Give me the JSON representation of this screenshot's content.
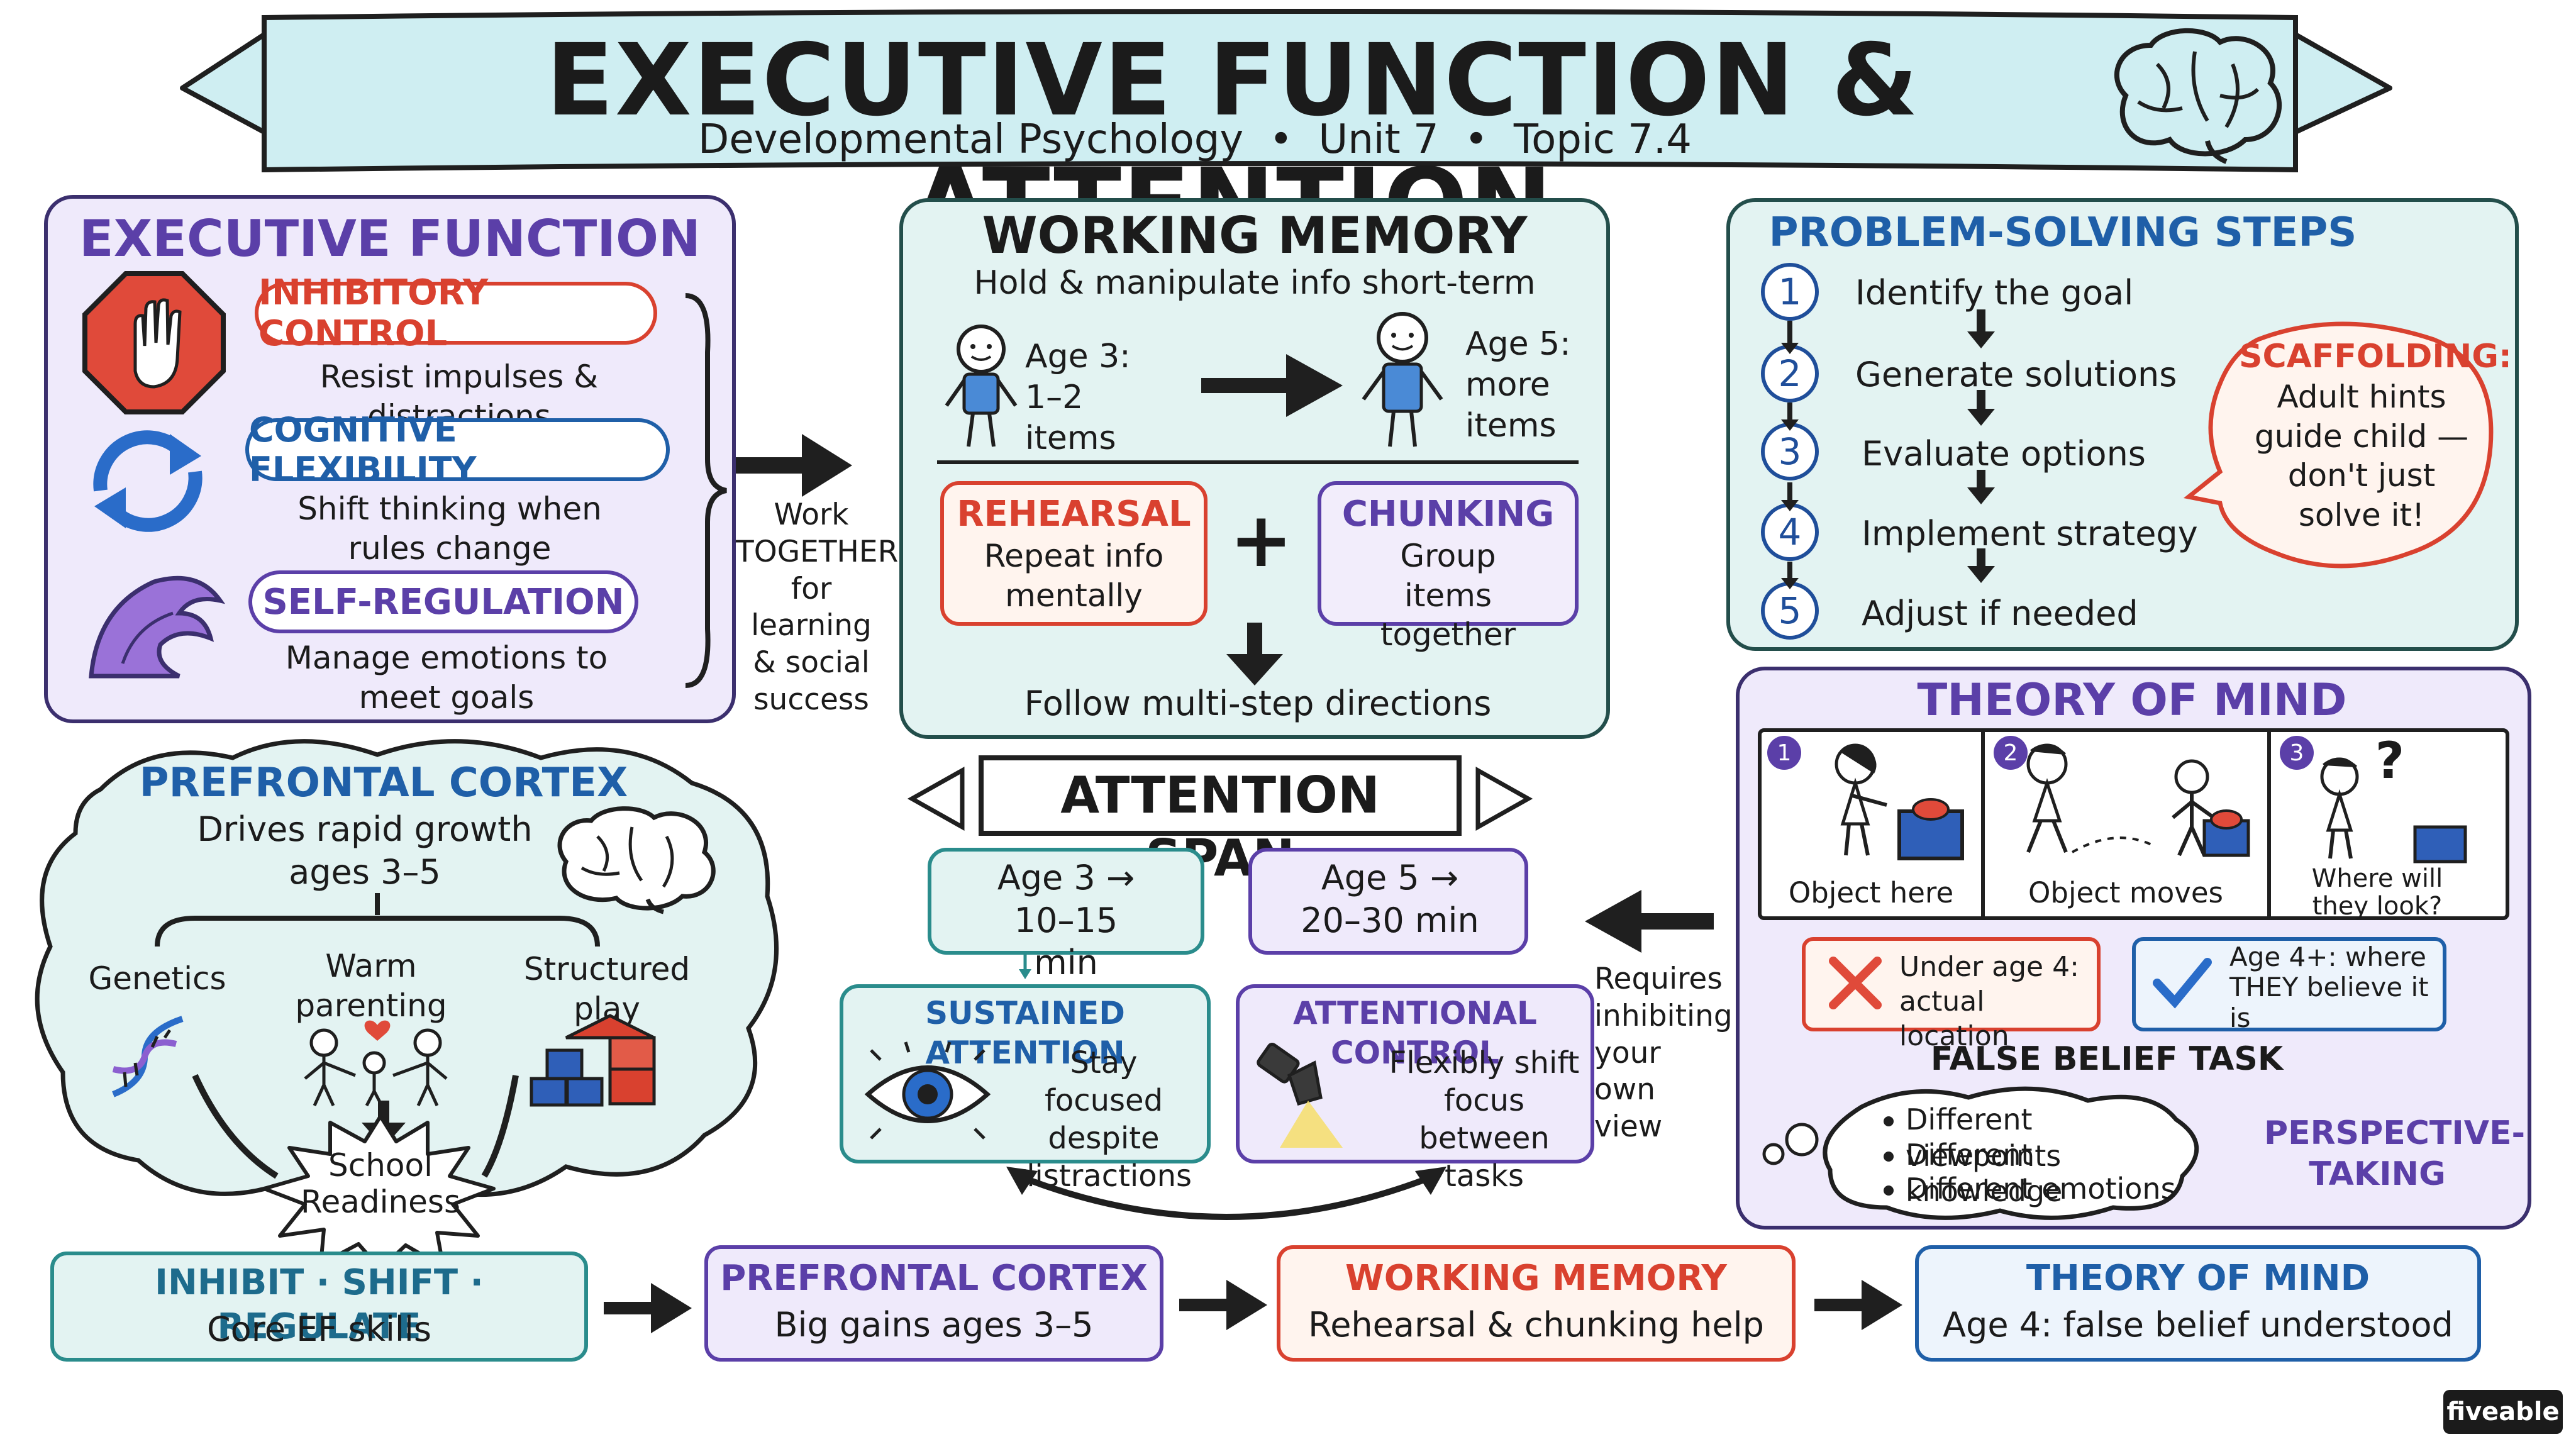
{
  "header": {
    "title": "EXECUTIVE FUNCTION & ATTENTION",
    "subtitle": "Developmental Psychology  •  Unit 7  •  Topic 7.4"
  },
  "executive_function": {
    "title": "EXECUTIVE FUNCTION",
    "items": [
      {
        "label": "INHIBITORY CONTROL",
        "desc": "Resist impulses & distractions",
        "icon": "stop-hand-icon"
      },
      {
        "label": "COGNITIVE FLEXIBILITY",
        "desc": "Shift thinking when rules change",
        "icon": "cycle-arrows-icon"
      },
      {
        "label": "SELF-REGULATION",
        "desc": "Manage emotions to meet goals",
        "icon": "wave-icon"
      }
    ],
    "connector_text": "Work TOGETHER for learning & social success"
  },
  "working_memory": {
    "title": "WORKING MEMORY",
    "subtitle": "Hold & manipulate info short-term",
    "age3": "Age 3: 1–2 items",
    "age5": "Age 5: more items",
    "rehearsal_title": "REHEARSAL",
    "rehearsal_desc": "Repeat info mentally",
    "plus": "+",
    "chunking_title": "CHUNKING",
    "chunking_desc": "Group items together",
    "result": "Follow multi-step directions"
  },
  "problem_solving": {
    "title": "PROBLEM-SOLVING STEPS",
    "steps": [
      {
        "n": "1",
        "text": "Identify the goal"
      },
      {
        "n": "2",
        "text": "Generate solutions"
      },
      {
        "n": "3",
        "text": "Evaluate options"
      },
      {
        "n": "4",
        "text": "Implement strategy"
      },
      {
        "n": "5",
        "text": "Adjust if needed"
      }
    ],
    "scaffolding_title": "SCAFFOLDING:",
    "scaffolding_text": "Adult hints guide child — don't just solve it!"
  },
  "prefrontal": {
    "title": "PREFRONTAL CORTEX",
    "subtitle": "Drives rapid growth ages 3–5",
    "factors": [
      "Genetics",
      "Warm parenting",
      "Structured play"
    ],
    "result": "School Readiness"
  },
  "attention": {
    "title": "ATTENTION SPAN",
    "age3": "Age 3 → 10–15 min",
    "age5": "Age 5 → 20–30 min",
    "sustained_title": "SUSTAINED ATTENTION",
    "sustained_desc": "Stay focused despite distractions",
    "control_title": "ATTENTIONAL CONTROL",
    "control_desc": "Flexibly shift focus between tasks",
    "side_note": "Requires inhibiting your own view"
  },
  "theory_of_mind": {
    "title": "THEORY OF MIND",
    "panels": [
      {
        "n": "1",
        "caption": "Object here"
      },
      {
        "n": "2",
        "caption": "Object moves"
      },
      {
        "n": "3",
        "caption": "Where will they look?"
      }
    ],
    "question_mark": "?",
    "under4": "Under age 4: actual location",
    "age4": "Age 4+: where THEY believe it is",
    "task_label": "FALSE BELIEF TASK",
    "bullets": [
      "Different viewpoints",
      "Different knowledge",
      "Different emotions"
    ],
    "perspective": "PERSPECTIVE-TAKING"
  },
  "summary": [
    {
      "title": "INHIBIT · SHIFT · REGULATE",
      "desc": "Core EF skills",
      "color": "#1d6b8c"
    },
    {
      "title": "PREFRONTAL CORTEX",
      "desc": "Big gains ages 3–5",
      "color": "#5b3fa8"
    },
    {
      "title": "WORKING MEMORY",
      "desc": "Rehearsal & chunking help",
      "color": "#d24a35"
    },
    {
      "title": "THEORY OF MIND",
      "desc": "Age 4: false belief understood",
      "color": "#1f5fa8"
    }
  ],
  "brand": "fiveable",
  "colors": {
    "teal_fill": "#e3f3f2",
    "purple_fill": "#efeafb",
    "red": "#d9412f",
    "blue": "#1f5fa8",
    "purple": "#5b3fa8"
  }
}
